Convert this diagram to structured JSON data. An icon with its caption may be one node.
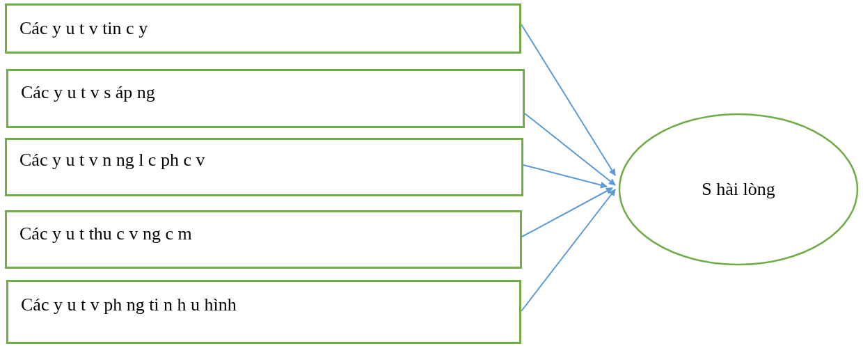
{
  "diagram": {
    "nodes": [
      {
        "text": [
          "Các y u t v tin c y"
        ]
      },
      {
        "text": [
          "Các y u t v s áp ng"
        ]
      },
      {
        "text": [
          "Các y u t v n ng l c ph c v"
        ]
      },
      {
        "text": [
          "Các y u t thu c v ng c m"
        ]
      },
      {
        "text": [
          "Các y u t v ph ng ti n h u hình"
        ]
      },
      {
        "text": [
          "S hài lòng"
        ]
      }
    ],
    "edges": [
      {
        "from": 0,
        "to": 5,
        "arrow": "to"
      },
      {
        "from": 1,
        "to": 5,
        "arrow": "to"
      },
      {
        "from": 2,
        "to": 5,
        "arrow": "to"
      },
      {
        "from": 3,
        "to": 5,
        "arrow": "to"
      },
      {
        "from": 4,
        "to": 5,
        "arrow": "to"
      }
    ]
  }
}
